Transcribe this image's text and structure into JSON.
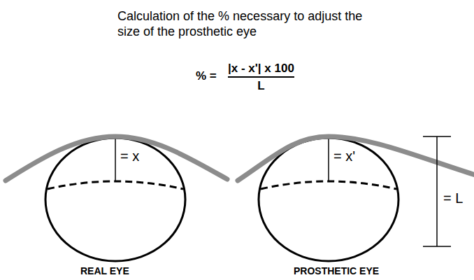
{
  "diagram": {
    "title": "Calculation of the % necessary to adjust the size of the prosthetic eye",
    "labels": [
      "% =",
      "|x - x'| x 100",
      "L",
      "= x",
      "= x'",
      "= L",
      "REAL EYE",
      "PROSTHETIC EYE"
    ]
  }
}
